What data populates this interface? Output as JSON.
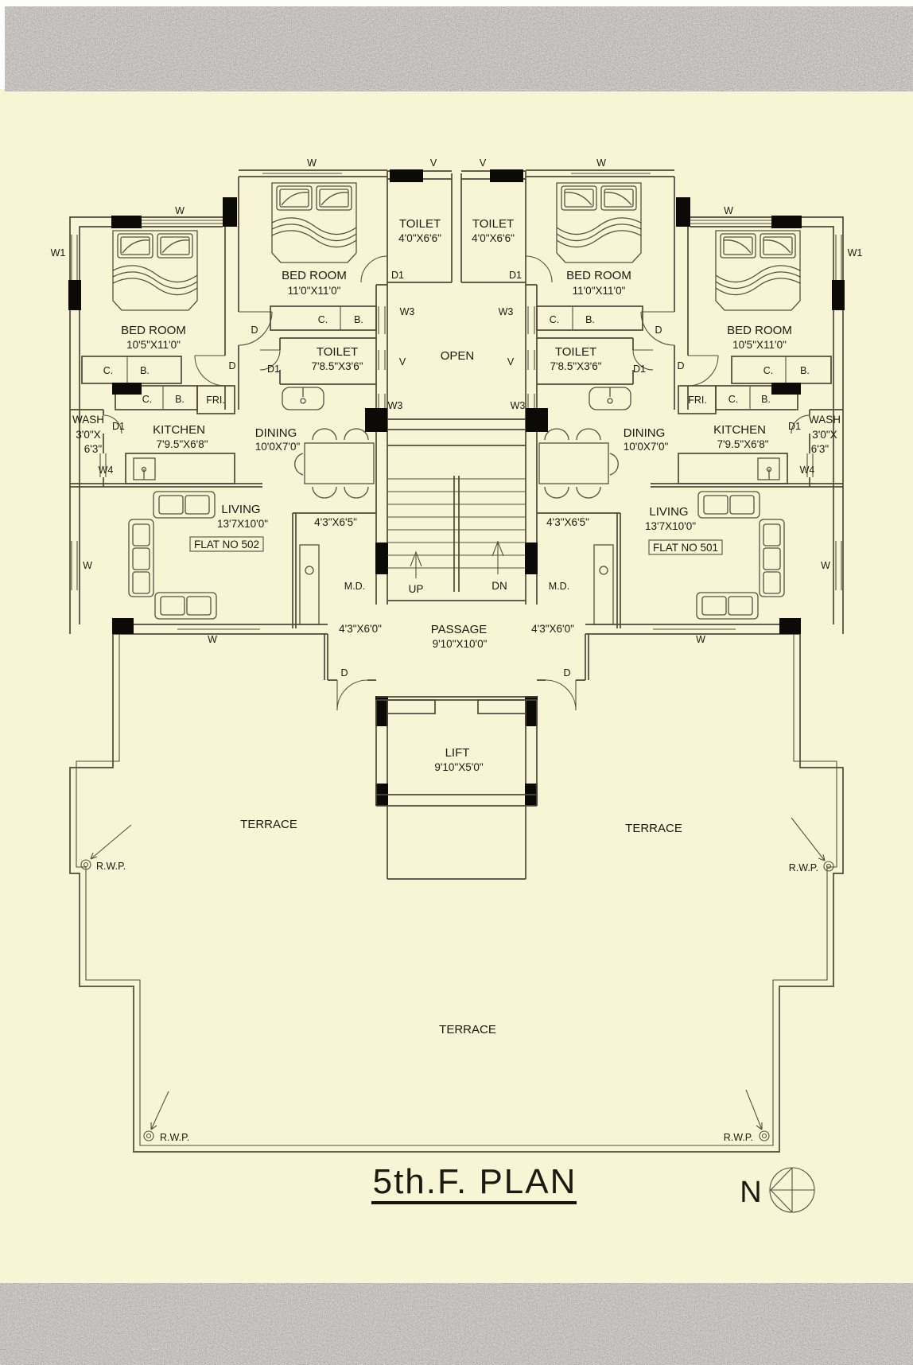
{
  "page": {
    "title": "5th.F. PLAN",
    "north": "N"
  },
  "flats": {
    "left": "FLAT NO 502",
    "right": "FLAT NO 501"
  },
  "rooms": {
    "toilet_top": {
      "name": "TOILET",
      "dim": "4'0\"X6'6\""
    },
    "bedroom_inner": {
      "name": "BED ROOM",
      "dim": "11'0\"X11'0\""
    },
    "bedroom_outer": {
      "name": "BED ROOM",
      "dim": "10'5\"X11'0\""
    },
    "toilet_mid": {
      "name": "TOILET",
      "dim": "7'8.5\"X3'6\""
    },
    "open": "OPEN",
    "wash1": "WASH",
    "wash2": "3'0\"X",
    "wash3": "6'3\"",
    "kitchen": {
      "name": "KITCHEN",
      "dim": "7'9.5\"X6'8\""
    },
    "dining": {
      "name": "DINING",
      "dim": "10'0X7'0\""
    },
    "living": {
      "name": "LIVING",
      "dim": "13'7X10'0\""
    },
    "lobby_dim": "4'3\"X6'5\"",
    "passage": {
      "name": "PASSAGE",
      "dim": "9'10\"X10'0\"",
      "side": "4'3\"X6'0\""
    },
    "lift": {
      "name": "LIFT",
      "dim": "9'10\"X5'0\""
    },
    "terrace": "TERRACE",
    "up": "UP",
    "dn": "DN"
  },
  "markers": {
    "w": "W",
    "w1": "W1",
    "w3": "W3",
    "w4": "W4",
    "v": "V",
    "d": "D",
    "d1": "D1",
    "c": "C.",
    "b": "B.",
    "fri": "FRI.",
    "md": "M.D.",
    "rwp": "R.W.P."
  },
  "colors": {
    "paper": "#f8f5d6",
    "line": "#4e4839",
    "text": "#1c1910",
    "column": "#0b0a07",
    "granite": "#6e6862"
  }
}
